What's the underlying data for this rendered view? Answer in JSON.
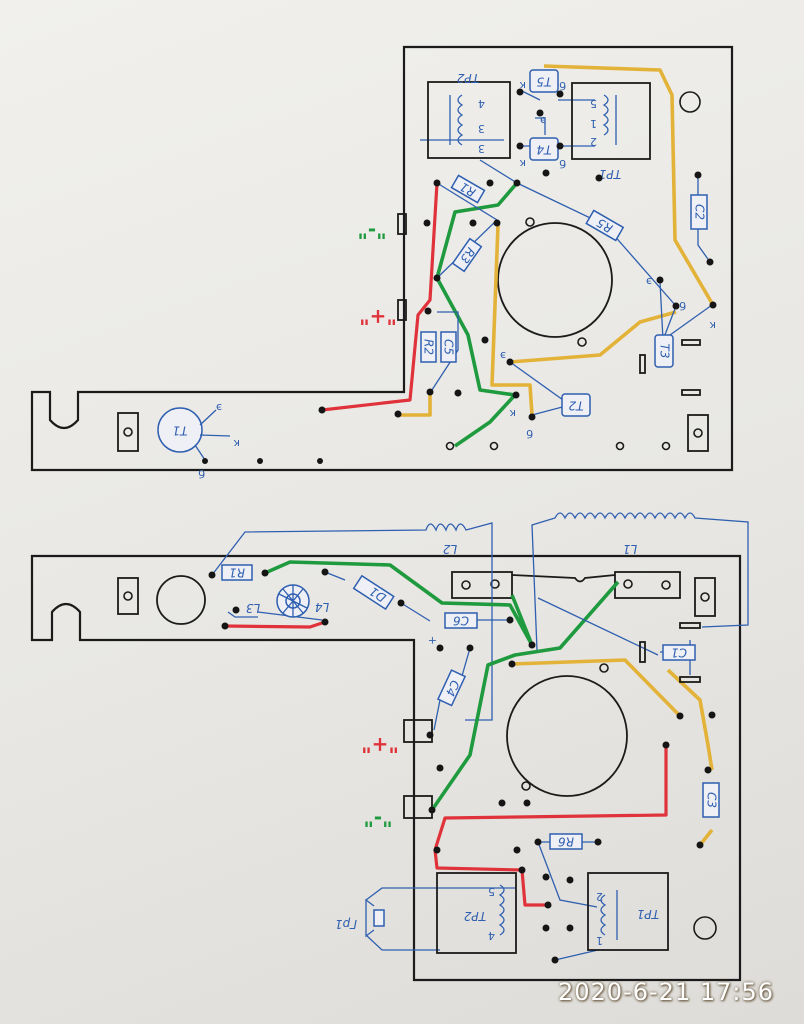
{
  "top_board": {
    "transformers": [
      "TP2",
      "TP1"
    ],
    "transistors": [
      "T1",
      "T2",
      "T3",
      "T4",
      "T5"
    ],
    "resistors": [
      "R1",
      "R2",
      "R3",
      "R5"
    ],
    "capacitors": [
      "C2",
      "C5"
    ],
    "terminal_minus": "\"-\"",
    "terminal_plus": "\"+\"",
    "winding_pins": [
      "1",
      "2",
      "3",
      "4",
      "5"
    ]
  },
  "bottom_board": {
    "transformers": [
      "TP1",
      "TP2"
    ],
    "speaker": "Гр1",
    "coils": [
      "L1",
      "L2",
      "L3",
      "L4"
    ],
    "diode": "D1",
    "resistors": [
      "R1",
      "R6"
    ],
    "capacitors": [
      "C1",
      "C3",
      "C4",
      "C6"
    ],
    "terminal_plus": "\"+\"",
    "terminal_minus": "\"-\"",
    "polarity_mark": "+",
    "winding_pins": [
      "1",
      "2",
      "4",
      "5"
    ]
  },
  "pin_labels": {
    "emitter": "э",
    "base": "б",
    "collector": "к"
  },
  "timestamp": "2020-6-21 17:56",
  "colors": {
    "red_wire": "#e0323a",
    "green_wire": "#1f9a3e",
    "orange_wire": "#e3b238",
    "ink_blue": "#2f5fb0"
  }
}
